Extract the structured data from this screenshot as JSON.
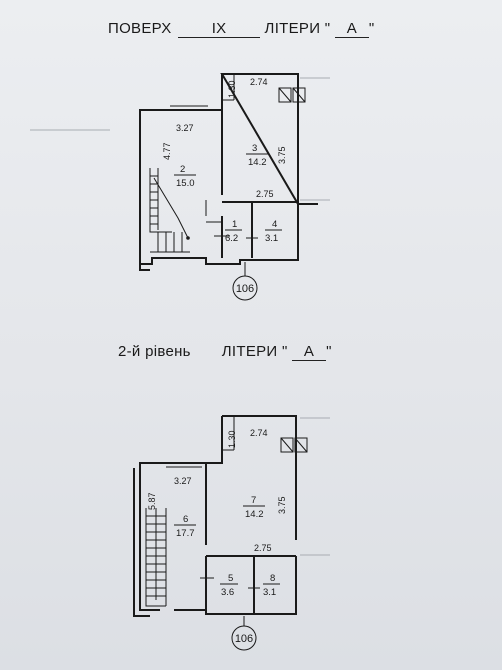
{
  "floor_heading": {
    "prefix": "ПОВЕРХ",
    "floor_number": "IX",
    "liter_label": "ЛІТЕРИ",
    "liter_value": "А"
  },
  "level_heading": {
    "prefix": "2-й рівень",
    "liter_label": "ЛІТЕРИ",
    "liter_value": "А"
  },
  "plan_upper": {
    "rooms": [
      {
        "number": "2",
        "area": "15.0"
      },
      {
        "number": "3",
        "area": "14.2"
      },
      {
        "number": "1",
        "area": "6.2"
      },
      {
        "number": "4",
        "area": "3.1"
      }
    ],
    "dimensions": {
      "top_small": "1.30",
      "top_wide": "2.74",
      "left_width": "3.27",
      "left_height": "4.77",
      "right_height": "3.75",
      "lower_width": "2.75"
    },
    "apartment_number": "106"
  },
  "plan_lower": {
    "rooms": [
      {
        "number": "6",
        "area": "17.7"
      },
      {
        "number": "7",
        "area": "14.2"
      },
      {
        "number": "5",
        "area": "3.6"
      },
      {
        "number": "8",
        "area": "3.1"
      }
    ],
    "dimensions": {
      "top_small": "1.30",
      "top_wide": "2.74",
      "left_width": "3.27",
      "left_height": "5.87",
      "right_height": "3.75",
      "lower_width": "2.75"
    },
    "apartment_number": "106"
  }
}
